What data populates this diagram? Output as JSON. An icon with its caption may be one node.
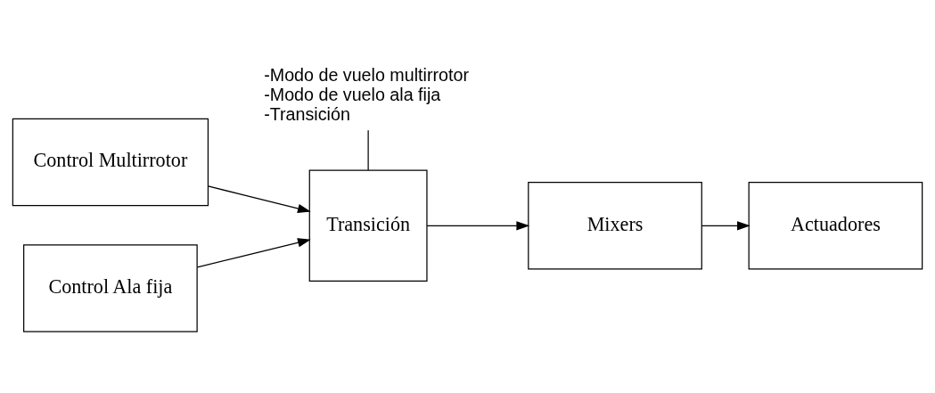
{
  "diagram": {
    "nodes": [
      {
        "text": [
          "Control Multirrotor"
        ]
      },
      {
        "text": [
          "Control Ala fija"
        ]
      },
      {
        "text": [
          "Transición"
        ]
      },
      {
        "text": [
          "Mixers"
        ]
      },
      {
        "text": [
          "Actuadores"
        ]
      },
      {
        "text": [
          "-Modo de vuelo multirrotor",
          "-Modo de vuelo ala fija",
          "-Transición"
        ]
      }
    ],
    "edges": [
      {
        "from": 0,
        "to": 2,
        "arrow": "to"
      },
      {
        "from": 1,
        "to": 2,
        "arrow": "to"
      },
      {
        "from": 2,
        "to": 3,
        "arrow": "to"
      },
      {
        "from": 3,
        "to": 4,
        "arrow": "to"
      },
      {
        "from": 5,
        "to": 2,
        "arrow": "none"
      }
    ]
  }
}
